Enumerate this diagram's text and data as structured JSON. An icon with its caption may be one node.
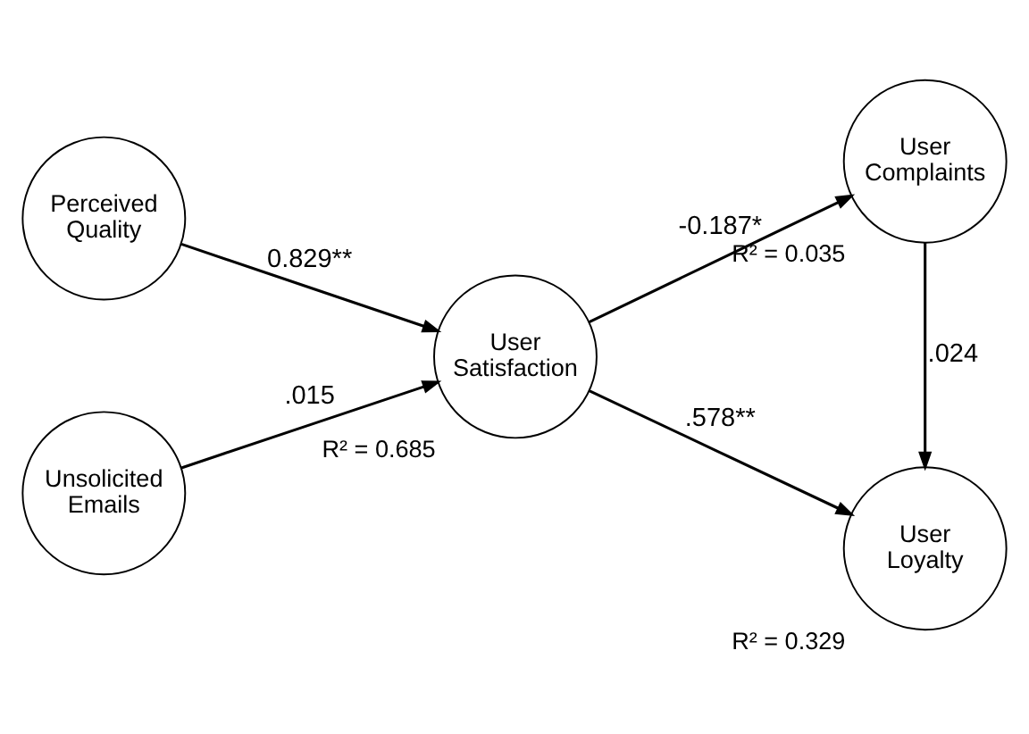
{
  "diagram": {
    "nodes": [
      {
        "text": [
          "Perceived Quality"
        ]
      },
      {
        "text": [
          "Unsolicited Emails"
        ]
      },
      {
        "text": [
          "User Satisfaction"
        ],
        "beside": [
          "R² = 0.685"
        ]
      },
      {
        "text": [
          "User Complaints"
        ],
        "beside": [
          "R² = 0.035"
        ]
      },
      {
        "text": [
          "User Loyalty"
        ],
        "beside": [
          "R² = 0.329"
        ]
      }
    ],
    "edges": [
      {
        "from": 0,
        "to": 2,
        "arrow": "to",
        "label": "0.829**"
      },
      {
        "from": 1,
        "to": 2,
        "arrow": "to",
        "label": ".015"
      },
      {
        "from": 2,
        "to": 3,
        "arrow": "to",
        "label": "-0.187*"
      },
      {
        "from": 2,
        "to": 4,
        "arrow": "to",
        "label": ".578**"
      },
      {
        "from": 3,
        "to": 4,
        "arrow": "to",
        "label": ".024"
      }
    ]
  }
}
